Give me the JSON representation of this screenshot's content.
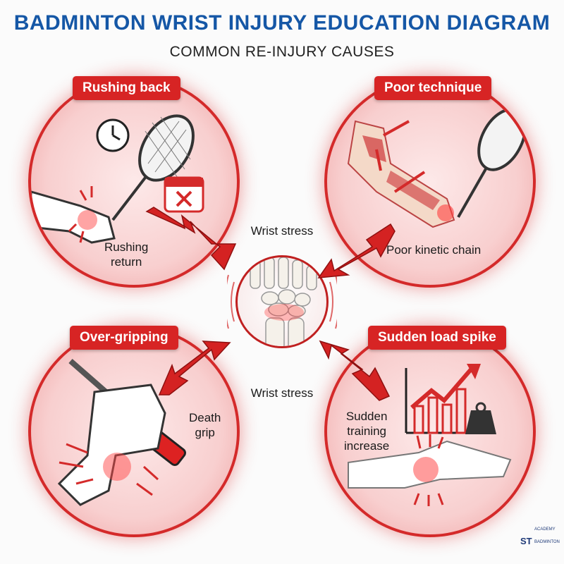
{
  "header": {
    "title": "BADMINTON WRIST INJURY EDUCATION DIAGRAM",
    "subtitle": "COMMON RE-INJURY CAUSES"
  },
  "panels": [
    {
      "tag": "Rushing back",
      "caption": "Rushing\nreturn",
      "icons": [
        "clock-icon",
        "calendar-x-icon",
        "racket-icon",
        "hand-icon"
      ]
    },
    {
      "tag": "Poor technique",
      "caption": "Poor kinetic chain",
      "icons": [
        "arm-muscle-icon",
        "racket-icon"
      ]
    },
    {
      "tag": "Over-gripping",
      "caption": "Death\ngrip",
      "icons": [
        "fist-icon",
        "racket-handle-icon"
      ]
    },
    {
      "tag": "Sudden load spike",
      "caption": "Sudden\ntraining\nincrease",
      "icons": [
        "rising-bar-chart-icon",
        "weight-icon",
        "hand-skeleton-icon"
      ]
    }
  ],
  "center": {
    "label_top": "Wrist stress",
    "label_bottom": "Wrist stress",
    "icon": "wrist-bones-icon"
  },
  "logo": {
    "main": "ST",
    "top": "ACADEMY",
    "sub": "BADMINTON"
  },
  "colors": {
    "title": "#1557a6",
    "accent": "#d72424"
  }
}
